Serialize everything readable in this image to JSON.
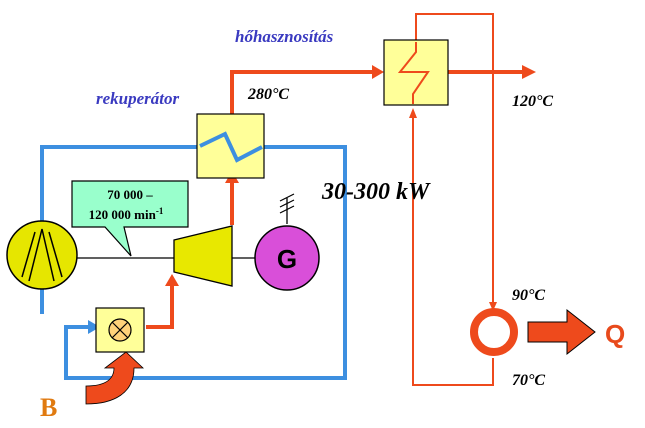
{
  "labels": {
    "heat_recovery": "hőhasznosítás",
    "recuperator": "rekuperátor",
    "temp_280": "280°C",
    "temp_120": "120°C",
    "temp_90": "90°C",
    "temp_70": "70°C",
    "power": "30-300 kW",
    "generator": "G",
    "heat_output": "Q",
    "fuel_input": "B",
    "speed_line1": "70 000 –",
    "speed_line2": "120 000 min",
    "speed_exp": "-1"
  },
  "colors": {
    "air_line": "#3d8fe0",
    "exhaust_line": "#ee4a1c",
    "component_fill": "#ffff99",
    "compressor_fill": "#e6e600",
    "turbine_fill": "#e8e800",
    "generator_fill": "#d94fd9",
    "bubble_fill": "#99ffcc",
    "combustor_fill": "#ffd27a"
  }
}
